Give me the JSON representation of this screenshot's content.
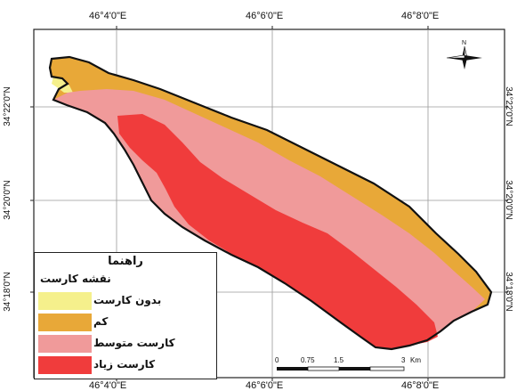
{
  "map": {
    "graticule": {
      "top_labels": [
        "46°4'0\"E",
        "46°6'0\"E",
        "46°8'0\"E"
      ],
      "bottom_labels": [
        "46°4'0\"E",
        "46°6'0\"E",
        "46°8'0\"E"
      ],
      "left_labels": [
        "34°22'0\"N",
        "34°20'0\"N",
        "34°18'0\"N"
      ],
      "right_labels": [
        "34°22'0\"N",
        "34°20'0\"N",
        "34°18'0\"N"
      ]
    },
    "north_label": "N",
    "scalebar": {
      "ticks": [
        "0",
        "0.75",
        "1.5",
        "3"
      ],
      "unit": "Km"
    },
    "legend": {
      "title": "راهنما",
      "subtitle": "نقشه کارست",
      "items": [
        {
          "label": "بدون کارست",
          "color": "#f5f08c"
        },
        {
          "label": "کم",
          "color": "#e8a838"
        },
        {
          "label": "کارست متوسط",
          "color": "#f09a9a"
        },
        {
          "label": "کارست زیاد",
          "color": "#f03c3c"
        }
      ]
    }
  }
}
